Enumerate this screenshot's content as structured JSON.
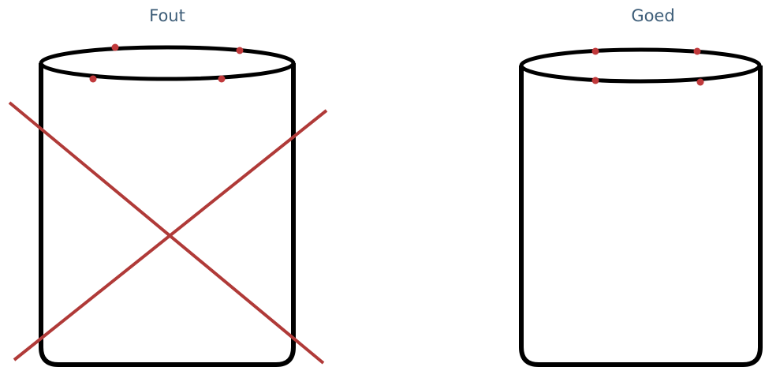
{
  "panels": [
    {
      "label": "Fout",
      "icon": "cylinder-crossed-out-icon",
      "correct": false,
      "dot_pattern": "staggered",
      "cross_color": "#b03a38"
    },
    {
      "label": "Goed",
      "icon": "cylinder-check-icon",
      "correct": true,
      "dot_pattern": "aligned"
    }
  ],
  "colors": {
    "label": "#3d5d78",
    "outline": "#000000",
    "marker": "#c0393b",
    "cross": "#b03a38"
  }
}
